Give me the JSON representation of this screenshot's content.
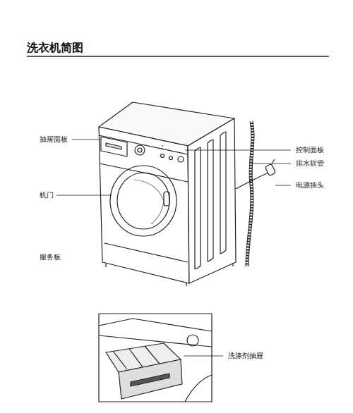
{
  "diagram": {
    "title": "洗衣机简图",
    "labels": [
      "抽屉面板",
      "控制面板",
      "排水软管",
      "电源插头",
      "机门",
      "服务板",
      "洗涤剂抽屉"
    ]
  }
}
